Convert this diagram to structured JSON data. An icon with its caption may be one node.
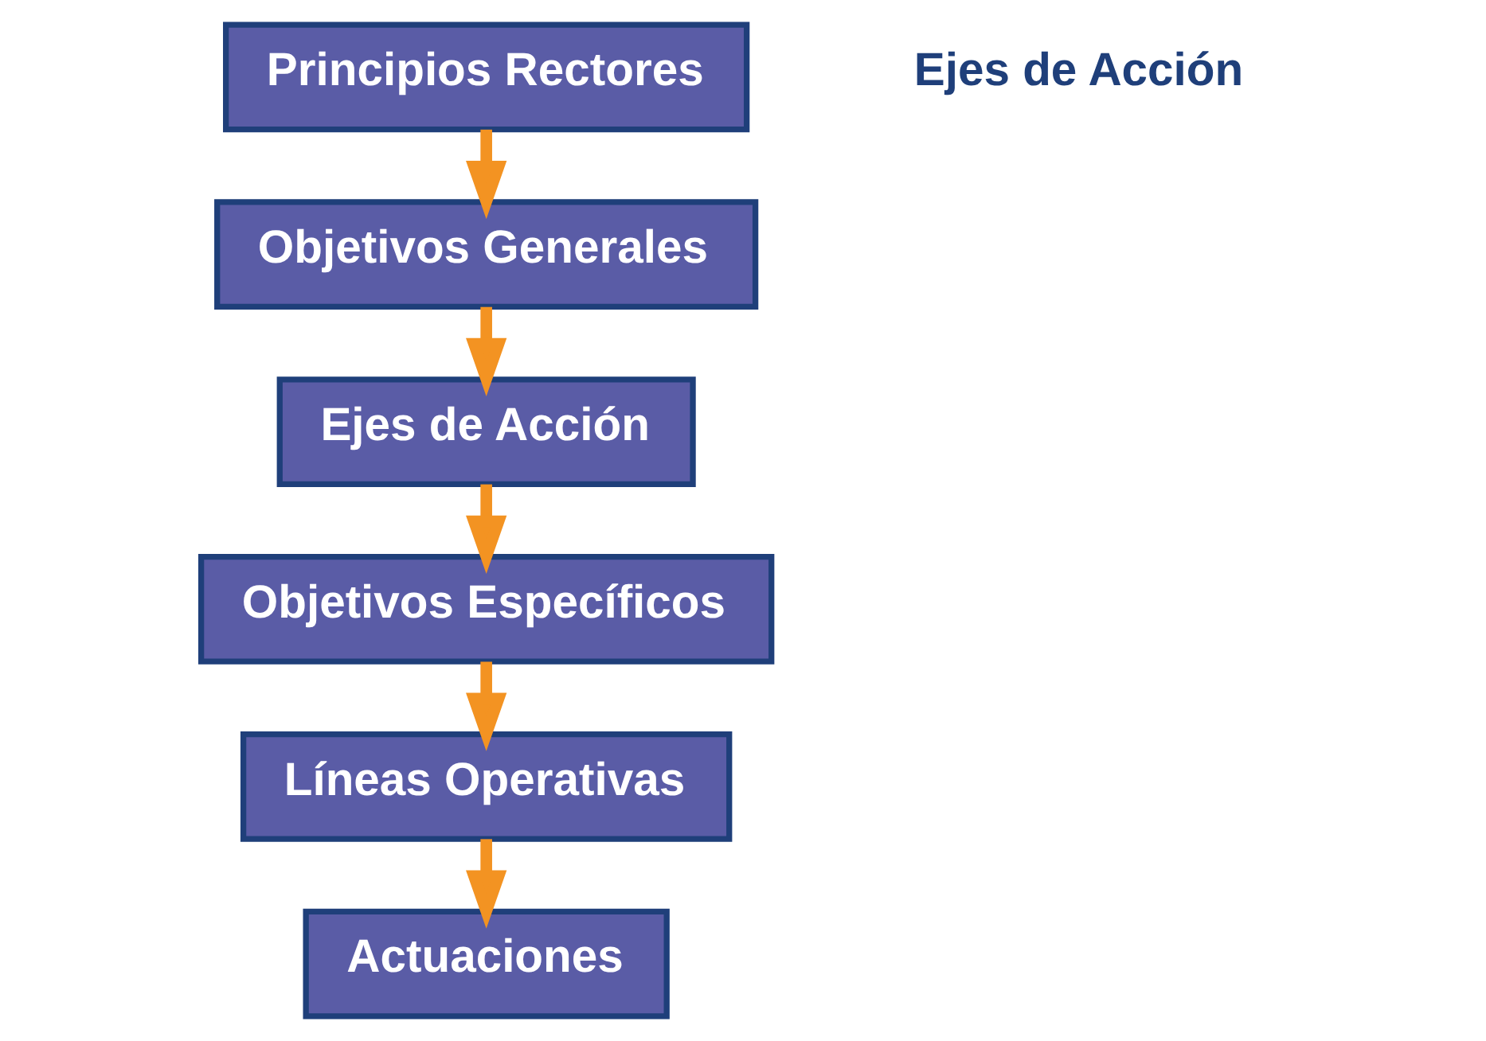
{
  "diagram": {
    "nodes": [
      {
        "text": [
          "Principios Rectores"
        ]
      },
      {
        "text": [
          "Objetivos Generales"
        ]
      },
      {
        "text": [
          "Ejes de Acción"
        ]
      },
      {
        "text": [
          "Objetivos Específicos"
        ]
      },
      {
        "text": [
          "Líneas Operativas"
        ]
      },
      {
        "text": [
          "Actuaciones"
        ]
      }
    ],
    "edges": [
      {
        "from": 0,
        "to": 1,
        "arrow": "to"
      },
      {
        "from": 1,
        "to": 2,
        "arrow": "to"
      },
      {
        "from": 2,
        "to": 3,
        "arrow": "to"
      },
      {
        "from": 3,
        "to": 4,
        "arrow": "to"
      },
      {
        "from": 4,
        "to": 5,
        "arrow": "to"
      }
    ],
    "labels": [
      "Ejes de Acción"
    ]
  }
}
